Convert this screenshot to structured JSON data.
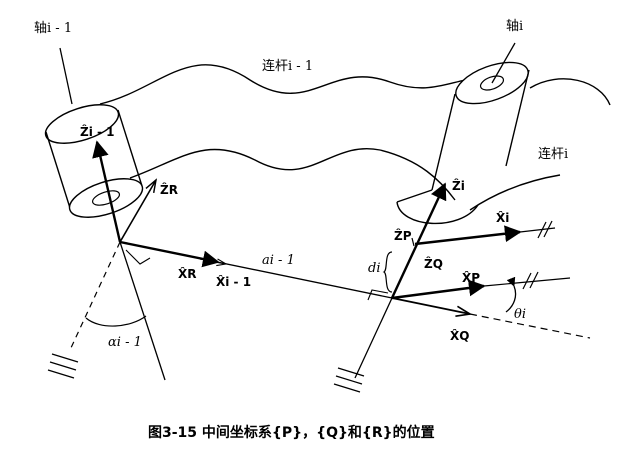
{
  "labels": {
    "axis_prev": "轴i - 1",
    "axis_curr": "轴i",
    "link_prev": "连杆i - 1",
    "link_curr": "连杆i",
    "z_prev": "Ẑi - 1",
    "z_r": "ẐR",
    "x_r": "X̂R",
    "x_prev": "X̂i - 1",
    "a_prev": "ai - 1",
    "alpha_prev": "αi - 1",
    "z_curr": "Ẑi",
    "z_p": "ẐP",
    "z_q": "ẐQ",
    "x_curr": "X̂i",
    "x_p": "X̂P",
    "x_q": "X̂Q",
    "d_i": "di",
    "theta_i": "θi"
  },
  "caption": "图3-15   中间坐标系{P}，{Q}和{R}的位置"
}
